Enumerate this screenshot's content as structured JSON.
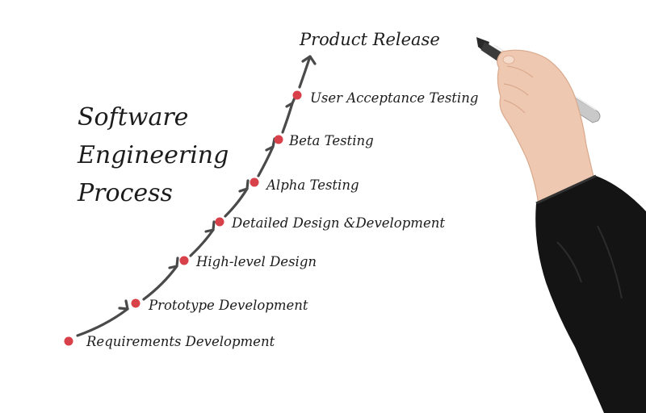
{
  "title": {
    "line1": "Software",
    "line2": "Engineering",
    "line3": "Process"
  },
  "steps": [
    {
      "label": "Requirements Development"
    },
    {
      "label": "Prototype Development"
    },
    {
      "label": "High-level Design"
    },
    {
      "label": "Detailed Design &Development"
    },
    {
      "label": "Alpha Testing"
    },
    {
      "label": "Beta Testing"
    },
    {
      "label": "User Acceptance Testing"
    }
  ],
  "final_step": {
    "label": "Product Release"
  },
  "colors": {
    "dot": "#d8404a",
    "arrow": "#4a4a4a",
    "text": "#1c1c1c"
  },
  "hand_image": {
    "icon": "hand-with-marker-icon"
  }
}
